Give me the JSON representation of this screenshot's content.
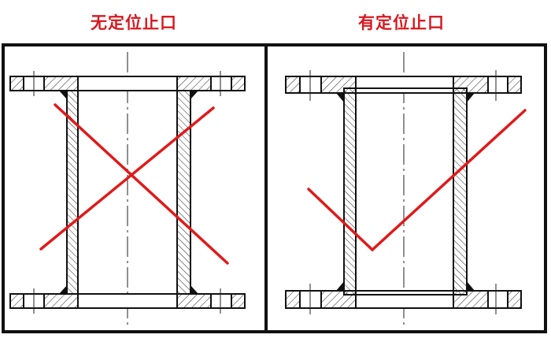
{
  "panels": [
    {
      "id": "left",
      "title": "无定位止口",
      "meaning": "without locating spigot",
      "verdict": "incorrect",
      "mark": "cross-mark"
    },
    {
      "id": "right",
      "title": "有定位止口",
      "meaning": "with locating spigot",
      "verdict": "correct",
      "mark": "check-mark"
    }
  ],
  "colors": {
    "title": "#d71920",
    "mark": "#e01a1a",
    "line": "#111111",
    "background": "#ffffff"
  }
}
